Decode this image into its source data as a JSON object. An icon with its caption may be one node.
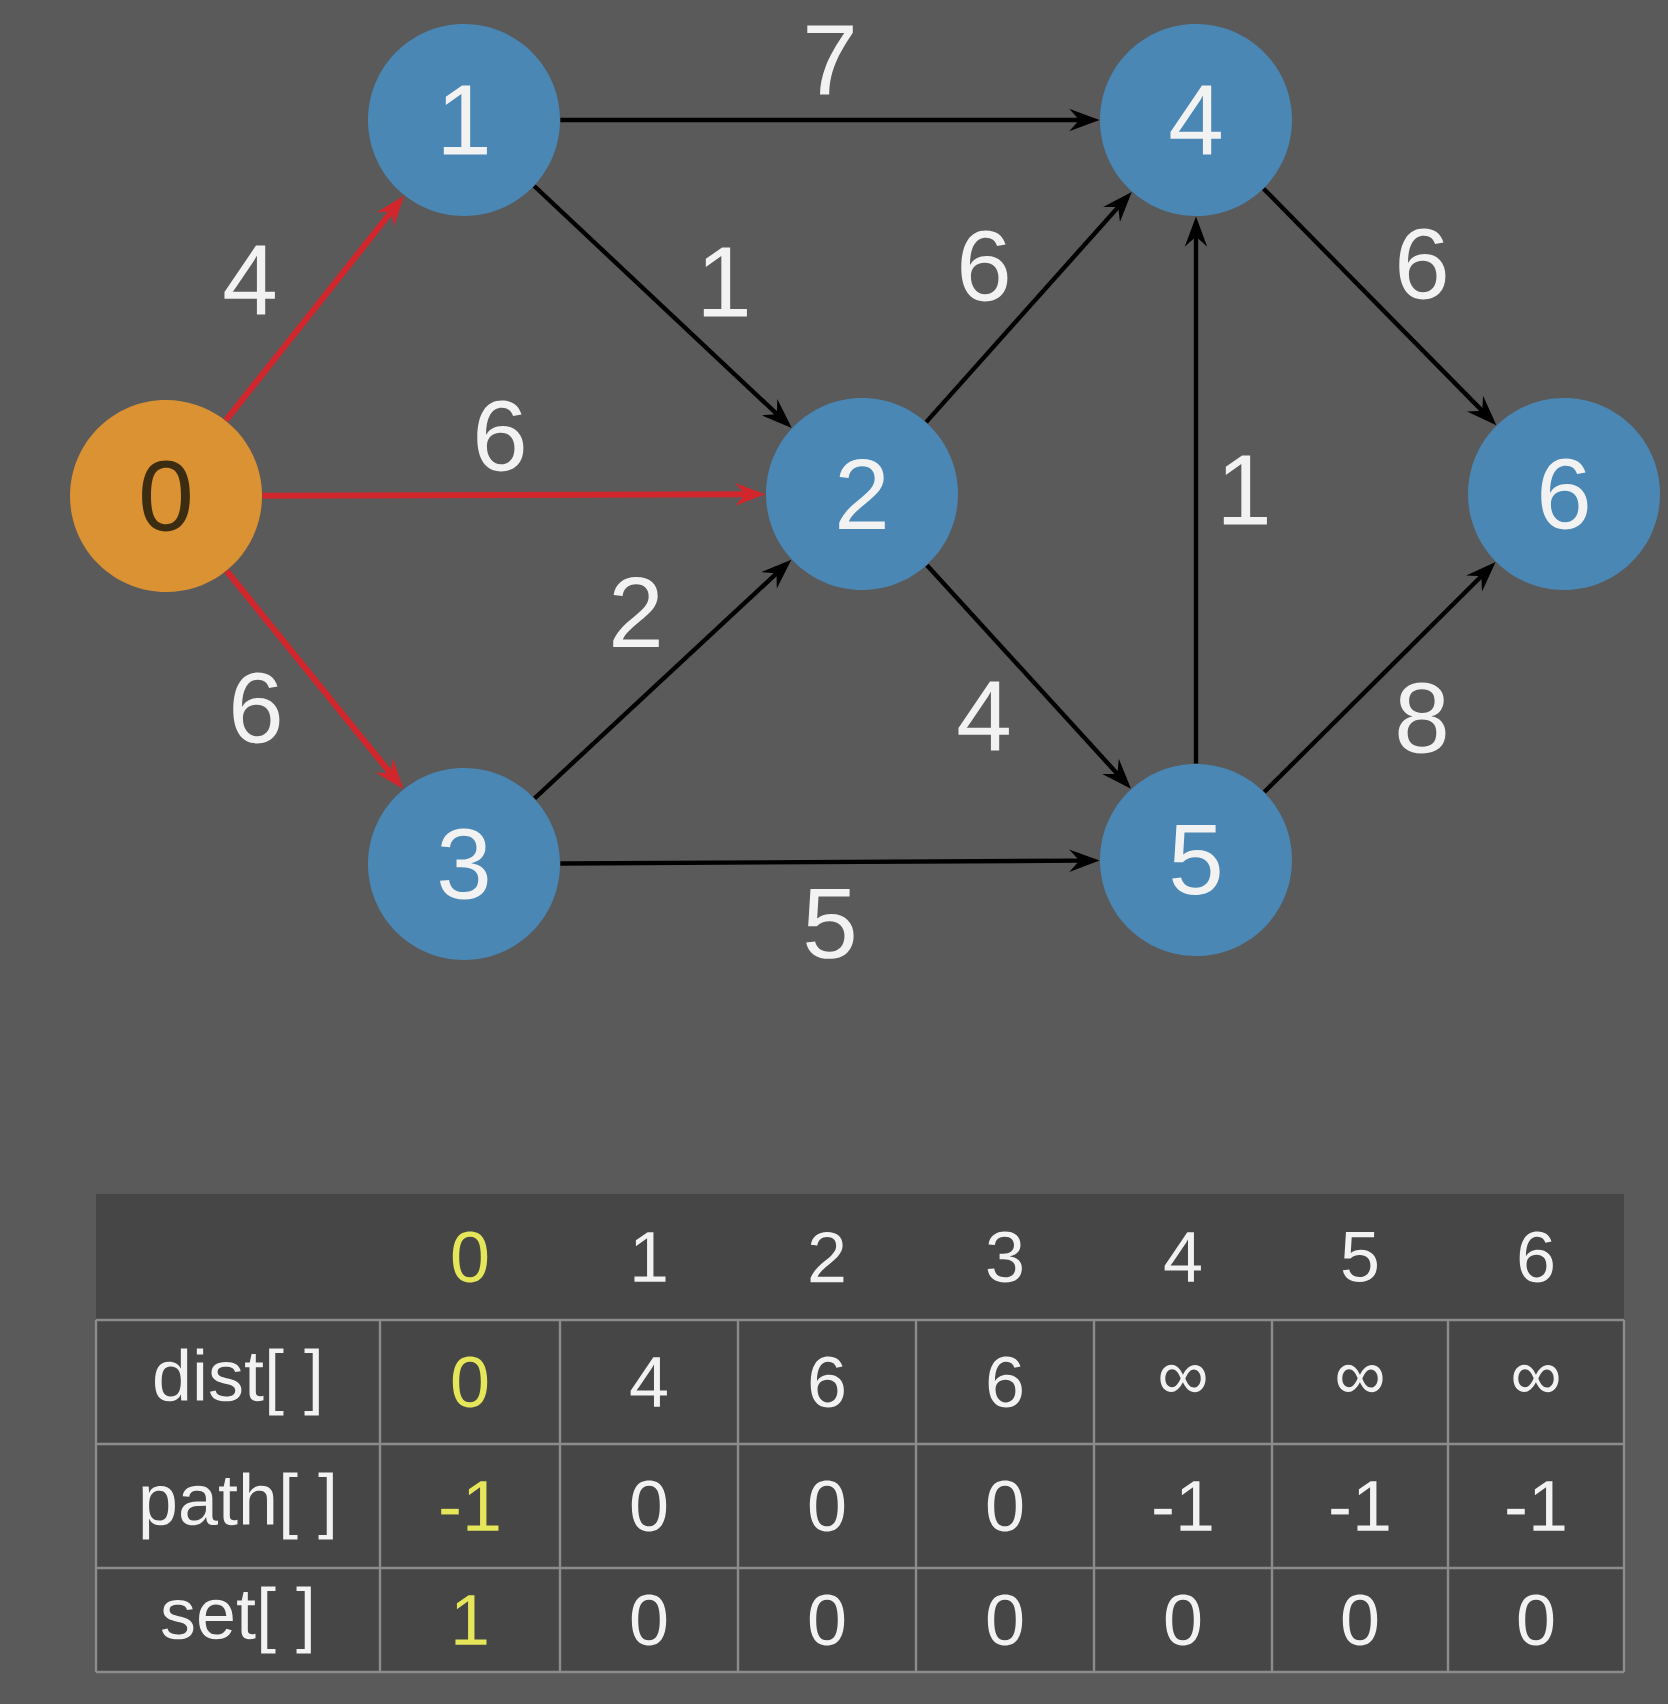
{
  "diagram": {
    "nodes": [
      {
        "text": [
          "0"
        ]
      },
      {
        "text": [
          "1"
        ]
      },
      {
        "text": [
          "2"
        ]
      },
      {
        "text": [
          "3"
        ]
      },
      {
        "text": [
          "4"
        ]
      },
      {
        "text": [
          "5"
        ]
      },
      {
        "text": [
          "6"
        ]
      }
    ],
    "edges": [
      {
        "from": 0,
        "to": 1,
        "arrow": "to",
        "label": "4",
        "color": "#d0262c"
      },
      {
        "from": 0,
        "to": 2,
        "arrow": "to",
        "label": "6",
        "color": "#d0262c"
      },
      {
        "from": 0,
        "to": 3,
        "arrow": "to",
        "label": "6",
        "color": "#d0262c"
      },
      {
        "from": 1,
        "to": 4,
        "arrow": "to",
        "label": "7"
      },
      {
        "from": 1,
        "to": 2,
        "arrow": "to",
        "label": "1"
      },
      {
        "from": 3,
        "to": 2,
        "arrow": "to",
        "label": "2"
      },
      {
        "from": 3,
        "to": 5,
        "arrow": "to",
        "label": "5"
      },
      {
        "from": 2,
        "to": 4,
        "arrow": "to",
        "label": "6"
      },
      {
        "from": 2,
        "to": 5,
        "arrow": "to",
        "label": "4"
      },
      {
        "from": 5,
        "to": 4,
        "arrow": "to",
        "label": "1"
      },
      {
        "from": 4,
        "to": 6,
        "arrow": "to",
        "label": "6"
      },
      {
        "from": 5,
        "to": 6,
        "arrow": "to",
        "label": "8"
      }
    ],
    "labels": [
      "0",
      "1",
      "2",
      "3",
      "4",
      "5",
      "6",
      "dist[ ]",
      "0",
      "4",
      "6",
      "6",
      "∞",
      "∞",
      "∞",
      "path[ ]",
      "-1",
      "0",
      "0",
      "0",
      "-1",
      "-1",
      "-1",
      "set[ ]",
      "1",
      "0",
      "0",
      "0",
      "0",
      "0",
      "0"
    ]
  }
}
